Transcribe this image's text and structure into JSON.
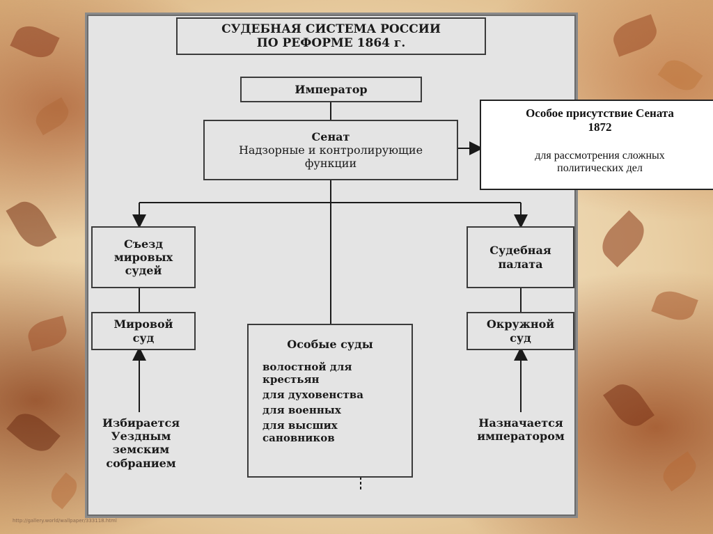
{
  "title": [
    "СУДЕБНАЯ СИСТЕМА РОССИИ",
    "ПО РЕФОРМЕ 1864 г."
  ],
  "emperor": "Император",
  "senate": {
    "name": "Сенат",
    "lines": [
      "Надзорные и контролирующие",
      "функции"
    ]
  },
  "special_presence": {
    "title_line1": "Особое присутствие Сената",
    "title_line2": "1872",
    "desc_line1": "для рассмотрения сложных",
    "desc_line2": "политических дел"
  },
  "left_branch": {
    "congress": [
      "Съезд",
      "мировых",
      "судей"
    ],
    "court": [
      "Мировой",
      "суд"
    ],
    "note": [
      "Избирается",
      "Уездным",
      "земским",
      "собранием"
    ]
  },
  "right_branch": {
    "chamber": [
      "Судебная",
      "палата"
    ],
    "court": [
      "Окружной",
      "суд"
    ],
    "note": [
      "Назначается",
      "императором"
    ]
  },
  "special_courts": {
    "title": "Особые суды",
    "items": [
      "волостной для",
      "крестьян",
      "для духовенства",
      "для военных",
      "для высших",
      "сановников"
    ]
  },
  "watermark": "http://gallery.world/wallpaper/333118.html"
}
